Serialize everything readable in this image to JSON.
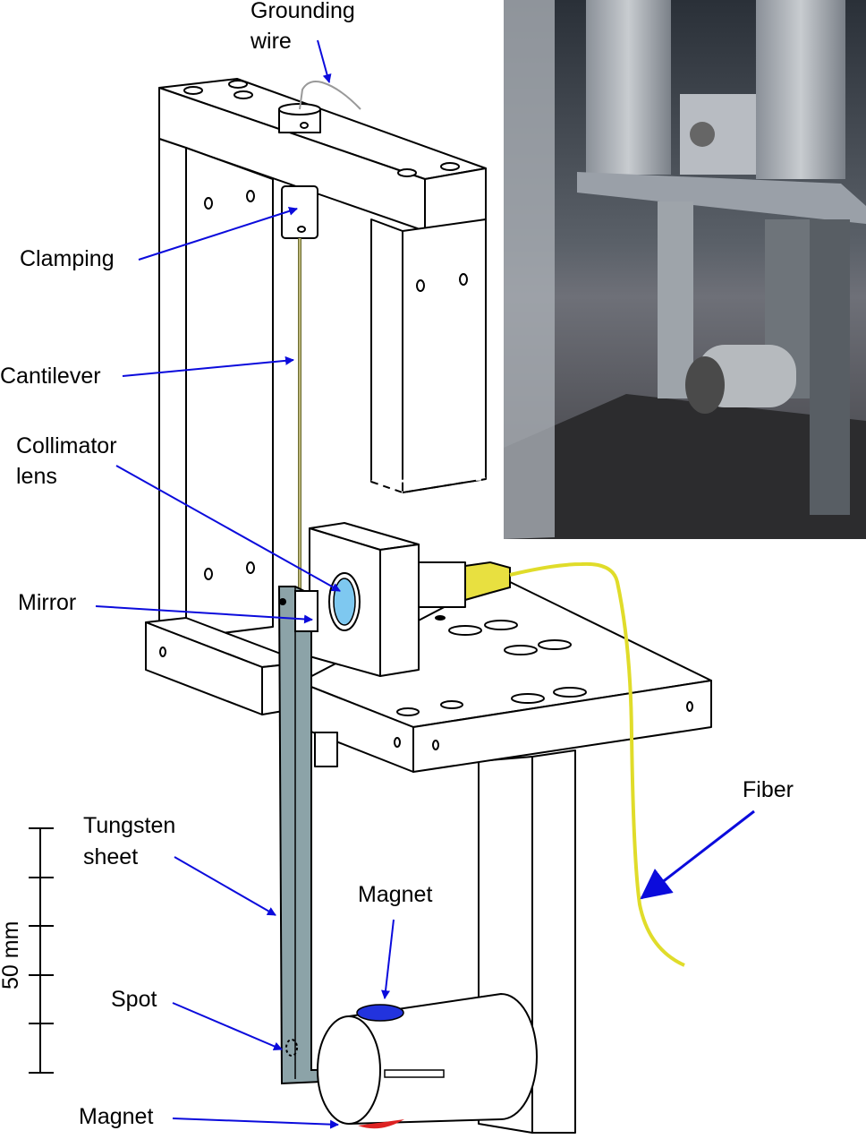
{
  "figure": {
    "labels": {
      "grounding_wire_line1": "Grounding",
      "grounding_wire_line2": "wire",
      "clamping": "Clamping",
      "cantilever": "Cantilever",
      "collimator_line1": "Collimator",
      "collimator_line2": "lens",
      "mirror": "Mirror",
      "tungsten_line1": "Tungsten",
      "tungsten_line2": "sheet",
      "spot": "Spot",
      "magnet_top": "Magnet",
      "magnet_bottom": "Magnet",
      "fiber": "Fiber"
    },
    "scale_bar": {
      "label": "50 mm",
      "ticks": 6
    },
    "colors": {
      "arrow": "#0b0bdc",
      "tungsten": "#8ca3a8",
      "fiber": "#e0dc2a",
      "magnet_top": "#2233dd",
      "magnet_bottom": "#dd2222",
      "lens": "#7ec8f0"
    }
  }
}
